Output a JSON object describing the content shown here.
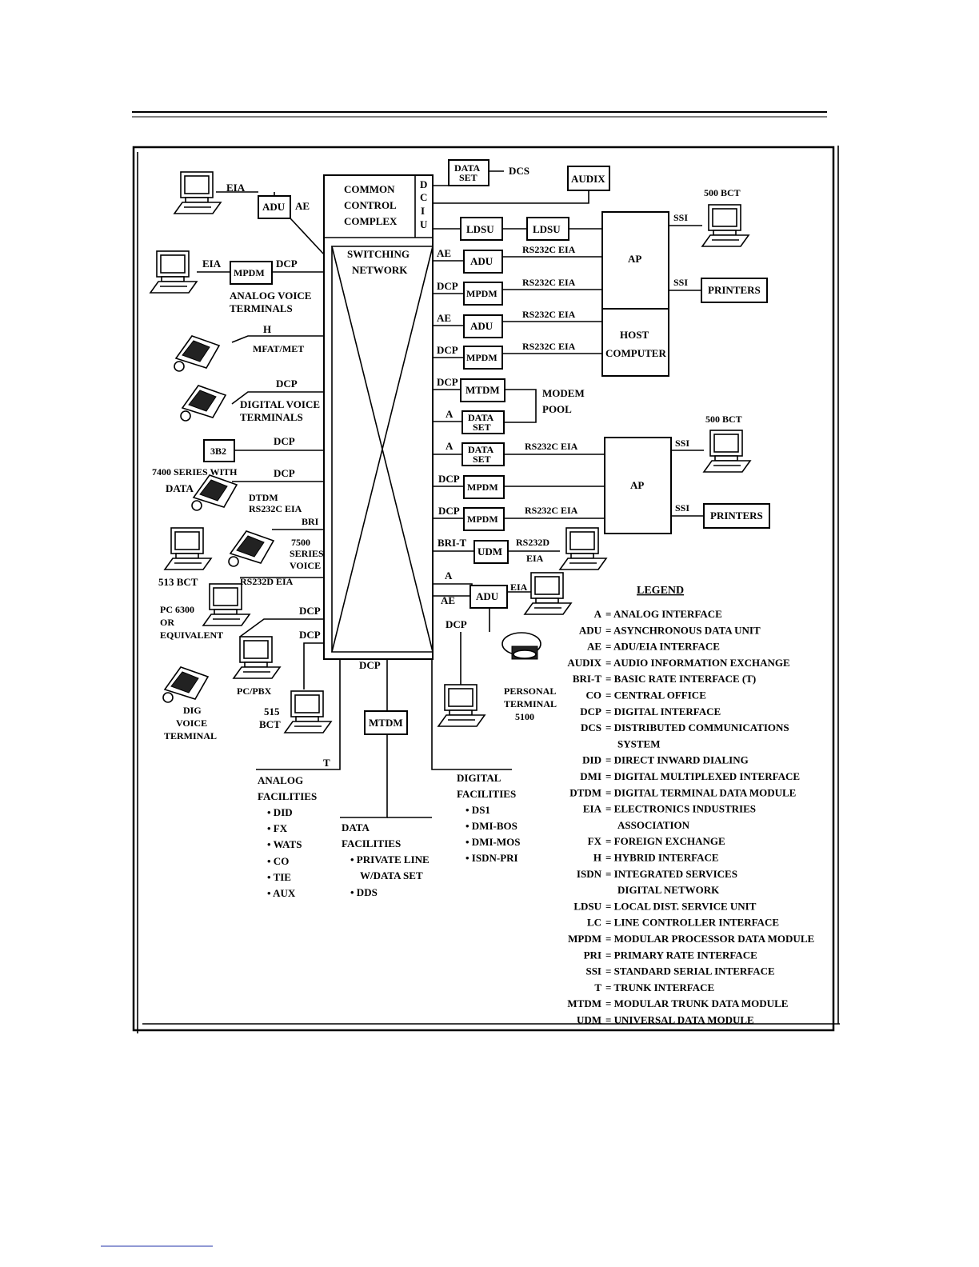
{
  "central": {
    "ccc": [
      "COMMON",
      "CONTROL",
      "COMPLEX"
    ],
    "dciu": [
      "D",
      "C",
      "I",
      "U"
    ],
    "switching": [
      "SWITCHING",
      "NETWORK"
    ]
  },
  "top": {
    "data_set": [
      "DATA",
      "SET"
    ],
    "dcs": "DCS",
    "audix": "AUDIX",
    "ldsu1": "LDSU",
    "ldsu2": "LDSU"
  },
  "left": {
    "eia1": "EIA",
    "adu": "ADU",
    "ae": "AE",
    "eia2": "EIA",
    "mpdm": "MPDM",
    "dcp1": "DCP",
    "analog_voice": [
      "ANALOG VOICE",
      "TERMINALS"
    ],
    "h": "H",
    "mfat": "MFAT/MET",
    "dcp2": "DCP",
    "digital_voice": [
      "DIGITAL VOICE",
      "TERMINALS"
    ],
    "b3b2": "3B2",
    "dcp3": "DCP",
    "series7400": "7400 SERIES WITH",
    "data": "DATA",
    "dcp4": "DCP",
    "dtdm": "DTDM",
    "rs232c_eia": "RS232C EIA",
    "bri": "BRI",
    "series7500": [
      "7500",
      "SERIES",
      "VOICE"
    ],
    "bct513": "513 BCT",
    "rs232d_eia": "RS232D EIA",
    "pc6300": [
      "PC 6300",
      "OR",
      "EQUIVALENT"
    ],
    "dcp5": "DCP",
    "dcp6": "DCP",
    "pcpbx": "PC/PBX",
    "dig_voice": [
      "DIG",
      "VOICE",
      "TERMINAL"
    ],
    "bct515": [
      "515",
      "BCT"
    ]
  },
  "right": {
    "ae1": "AE",
    "adu1": "ADU",
    "rs1": "RS232C EIA",
    "dcp1": "DCP",
    "mpdm1": "MPDM",
    "rs2": "RS232C EIA",
    "ae2": "AE",
    "adu2": "ADU",
    "rs3": "RS232C EIA",
    "dcp2": "DCP",
    "mpdm2": "MPDM",
    "rs4": "RS232C EIA",
    "ap1": "AP",
    "host": [
      "HOST",
      "COMPUTER"
    ],
    "ssi1": "SSI",
    "bct500a": "500 BCT",
    "ssi2": "SSI",
    "printers1": "PRINTERS",
    "dcp3": "DCP",
    "mtdm": "MTDM",
    "a1": "A",
    "dataset1": [
      "DATA",
      "SET"
    ],
    "modem_pool": [
      "MODEM",
      "POOL"
    ],
    "a2": "A",
    "dataset2": [
      "DATA",
      "SET"
    ],
    "rs5": "RS232C EIA",
    "dcp4": "DCP",
    "mpdm3": "MPDM",
    "dcp5": "DCP",
    "mpdm4": "MPDM",
    "rs6": "RS232C EIA",
    "ap2": "AP",
    "bct500b": "500 BCT",
    "ssi3": "SSI",
    "ssi4": "SSI",
    "printers2": "PRINTERS",
    "brit": "BRI-T",
    "udm": "UDM",
    "rs232d": [
      "RS232D",
      "EIA"
    ],
    "a3": "A",
    "ae3": "AE",
    "adu3": "ADU",
    "eia": "EIA",
    "dcp6": "DCP",
    "personal_terminal": [
      "PERSONAL",
      "TERMINAL",
      "5100"
    ]
  },
  "bottom": {
    "dcp": "DCP",
    "mtdm": "MTDM",
    "t": "T",
    "analog": {
      "title": [
        "ANALOG",
        "FACILITIES"
      ],
      "items": [
        "• DID",
        "• FX",
        "• WATS",
        "• CO",
        "• TIE",
        "• AUX"
      ]
    },
    "data": {
      "title": [
        "DATA",
        "FACILITIES"
      ],
      "items": [
        "• PRIVATE LINE",
        "W/DATA SET",
        "• DDS"
      ]
    },
    "digital": {
      "title": [
        "DIGITAL",
        "FACILITIES"
      ],
      "items": [
        "• DS1",
        "• DMI-BOS",
        "• DMI-MOS",
        "• ISDN-PRI"
      ]
    }
  },
  "legend": {
    "title": "LEGEND",
    "entries": [
      {
        "abbr": "A",
        "def": "= ANALOG INTERFACE"
      },
      {
        "abbr": "ADU",
        "def": "= ASYNCHRONOUS DATA UNIT"
      },
      {
        "abbr": "AE",
        "def": "= ADU/EIA INTERFACE"
      },
      {
        "abbr": "AUDIX",
        "def": "= AUDIO INFORMATION EXCHANGE"
      },
      {
        "abbr": "BRI-T",
        "def": "= BASIC RATE INTERFACE (T)"
      },
      {
        "abbr": "CO",
        "def": "= CENTRAL OFFICE"
      },
      {
        "abbr": "DCP",
        "def": "= DIGITAL INTERFACE"
      },
      {
        "abbr": "DCS",
        "def": "= DISTRIBUTED COMMUNICATIONS"
      },
      {
        "abbr": "",
        "def": "SYSTEM"
      },
      {
        "abbr": "DID",
        "def": "= DIRECT INWARD DIALING"
      },
      {
        "abbr": "DMI",
        "def": "= DIGITAL MULTIPLEXED INTERFACE"
      },
      {
        "abbr": "DTDM",
        "def": "= DIGITAL TERMINAL DATA MODULE"
      },
      {
        "abbr": "EIA",
        "def": "= ELECTRONICS INDUSTRIES"
      },
      {
        "abbr": "",
        "def": "ASSOCIATION"
      },
      {
        "abbr": "FX",
        "def": "= FOREIGN EXCHANGE"
      },
      {
        "abbr": "H",
        "def": "= HYBRID INTERFACE"
      },
      {
        "abbr": "ISDN",
        "def": "= INTEGRATED SERVICES"
      },
      {
        "abbr": "",
        "def": "DIGITAL NETWORK"
      },
      {
        "abbr": "LDSU",
        "def": "= LOCAL DIST. SERVICE UNIT"
      },
      {
        "abbr": "LC",
        "def": "= LINE CONTROLLER INTERFACE"
      },
      {
        "abbr": "MPDM",
        "def": "= MODULAR PROCESSOR DATA MODULE"
      },
      {
        "abbr": "PRI",
        "def": "= PRIMARY RATE INTERFACE"
      },
      {
        "abbr": "SSI",
        "def": "= STANDARD SERIAL INTERFACE"
      },
      {
        "abbr": "T",
        "def": "= TRUNK INTERFACE"
      },
      {
        "abbr": "MTDM",
        "def": "= MODULAR TRUNK DATA MODULE"
      },
      {
        "abbr": "UDM",
        "def": "= UNIVERSAL DATA MODULE"
      }
    ]
  }
}
